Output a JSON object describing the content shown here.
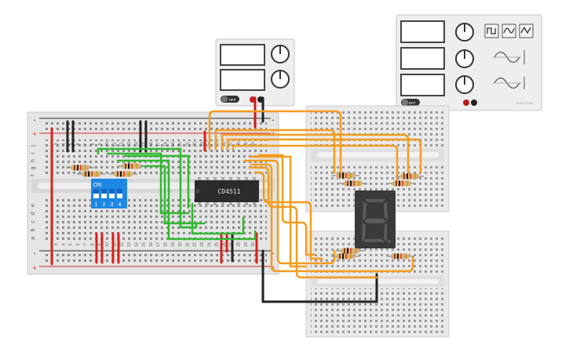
{
  "main_breadboard": {
    "power_rail_labels": {
      "top_plus": "+",
      "top_minus": "-",
      "bottom_minus": "-",
      "bottom_plus": "+"
    },
    "row_letters_top": [
      "j",
      "i",
      "h",
      "g",
      "f"
    ],
    "row_letters_bottom": [
      "e",
      "d",
      "c",
      "b",
      "a"
    ],
    "top_column_numbers": [
      "3",
      "4",
      "5",
      "6",
      "7",
      "8",
      "9",
      "10",
      "11",
      "12",
      "13",
      "14",
      "15",
      "16",
      "17",
      "18",
      "19",
      "20",
      "21",
      "22",
      "23",
      "24",
      "25",
      "26",
      "27",
      "28",
      "29",
      "30"
    ],
    "bottom_column_numbers": [
      "3",
      "4",
      "5",
      "6",
      "7",
      "8",
      "9",
      "10",
      "11",
      "12",
      "13",
      "14",
      "15",
      "16",
      "17",
      "18",
      "19",
      "20",
      "21",
      "22",
      "23",
      "24",
      "25",
      "26",
      "27",
      "28",
      "29",
      "30"
    ]
  },
  "dip_switch": {
    "on_label": "ON",
    "positions": [
      "1",
      "2",
      "3",
      "4"
    ]
  },
  "ic_chip": {
    "label": "CD4511"
  },
  "seven_segment": {
    "digit": "8"
  },
  "power_supply_small": {
    "toggle_label": "OFF",
    "channels": 2
  },
  "function_generator": {
    "toggle_label": "OFF",
    "waveform_buttons": [
      "square",
      "triangle",
      "sine"
    ]
  },
  "colors": {
    "wire_orange": "#f39c1f",
    "wire_green": "#34b233",
    "wire_red": "#d9221c",
    "wire_black": "#222222",
    "dip_blue": "#1e88e5",
    "chip_body": "#2b2b2b",
    "display_body": "#3a3a3a"
  }
}
